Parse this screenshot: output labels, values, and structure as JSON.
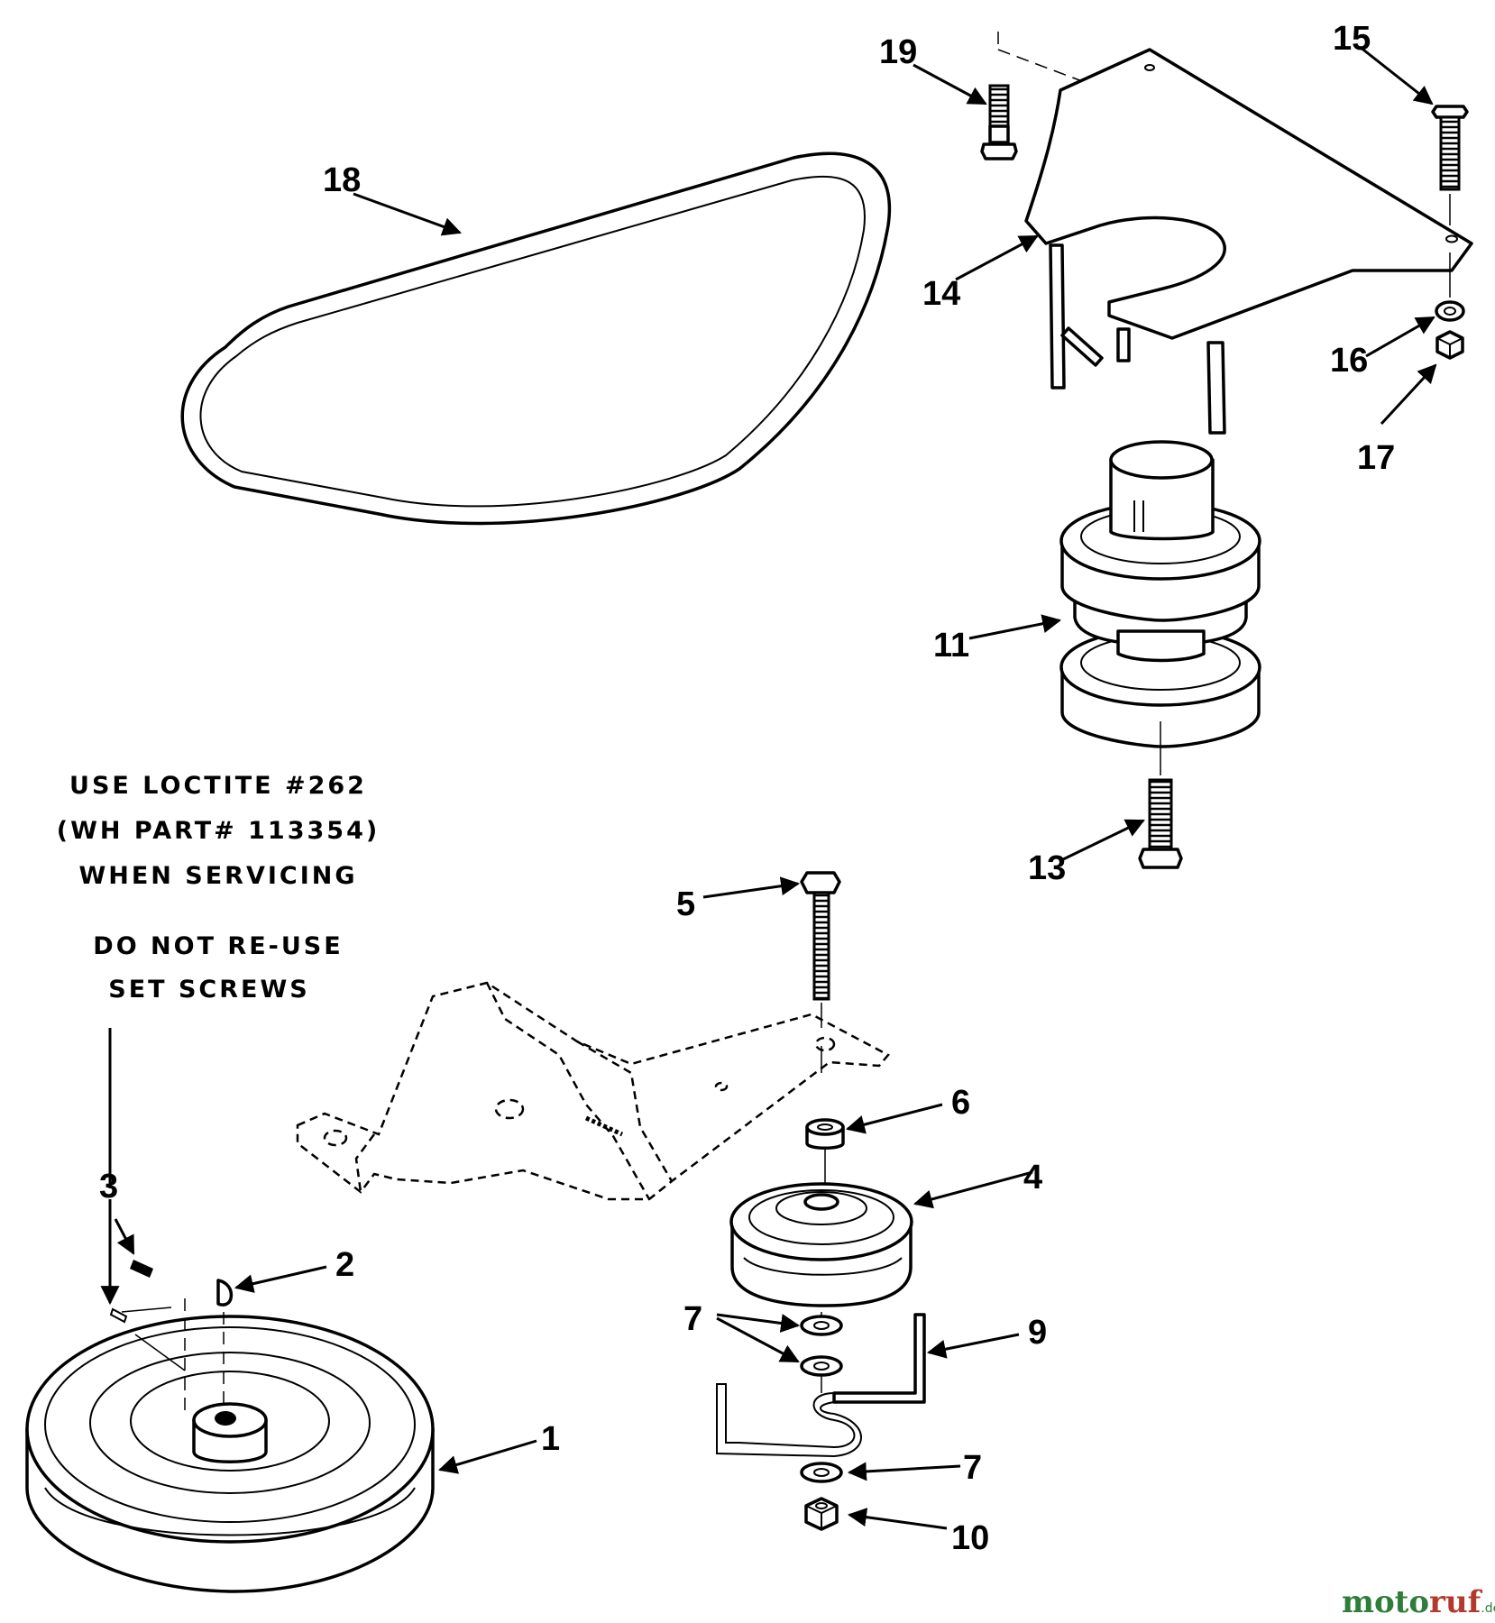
{
  "callouts": {
    "c1": "1",
    "c2": "2",
    "c3": "3",
    "c4": "4",
    "c5": "5",
    "c6": "6",
    "c7a": "7",
    "c7b": "7",
    "c9": "9",
    "c10": "10",
    "c11": "11",
    "c13": "13",
    "c14": "14",
    "c15": "15",
    "c16": "16",
    "c17": "17",
    "c18": "18",
    "c19": "19"
  },
  "notes": {
    "loctite_line1": "USE LOCTITE #262",
    "loctite_line2": "(WH PART# 113354)",
    "loctite_line3": "WHEN SERVICING",
    "setscrew_line1": "DO NOT RE-USE",
    "setscrew_line2": "SET SCREWS"
  },
  "watermark": {
    "part1": "moto",
    "part2": "ruf",
    "suffix": ".de"
  }
}
